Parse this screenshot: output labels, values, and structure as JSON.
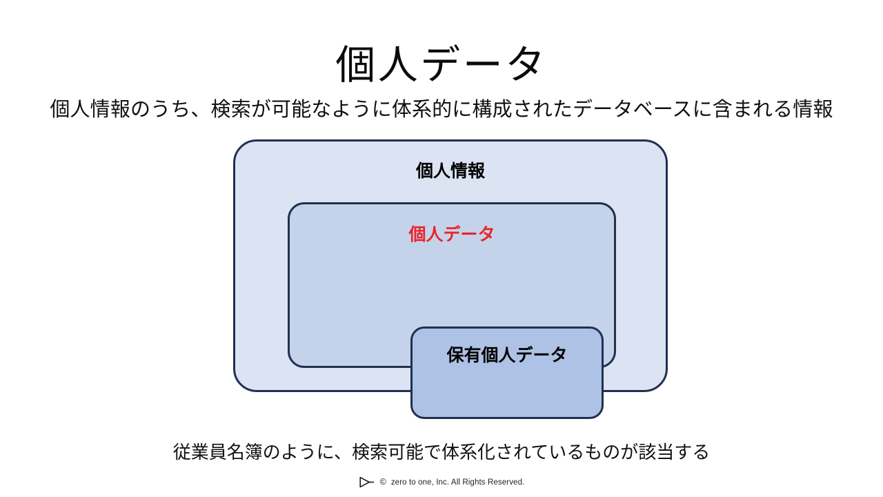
{
  "slide": {
    "title": "個人データ",
    "subtitle": "個人情報のうち、検索が可能なように体系的に構成されたデータベースに含まれる情報",
    "caption": "従業員名簿のように、検索可能で体系化されているものが該当する"
  },
  "diagram": {
    "type": "nested-set",
    "boxes": [
      {
        "id": "personal-information",
        "label": "個人情報",
        "level": 1,
        "fill": "#dce3f2",
        "border": "#1f3050",
        "text_color": "#000000"
      },
      {
        "id": "personal-data",
        "label": "個人データ",
        "level": 2,
        "fill": "#c5d3ea",
        "border": "#1f3050",
        "text_color": "#e8252a"
      },
      {
        "id": "retained-personal-data",
        "label": "保有個人データ",
        "level": 3,
        "fill": "#aec2e5",
        "border": "#1f3050",
        "text_color": "#000000"
      }
    ]
  },
  "footer": {
    "logo_icon": "play-triangle-icon",
    "copyright_mark": "©",
    "copyright_text": "zero to one, Inc. All Rights Reserved."
  },
  "colors": {
    "background": "#ffffff",
    "accent_red": "#e8252a",
    "border_navy": "#1f3050"
  }
}
